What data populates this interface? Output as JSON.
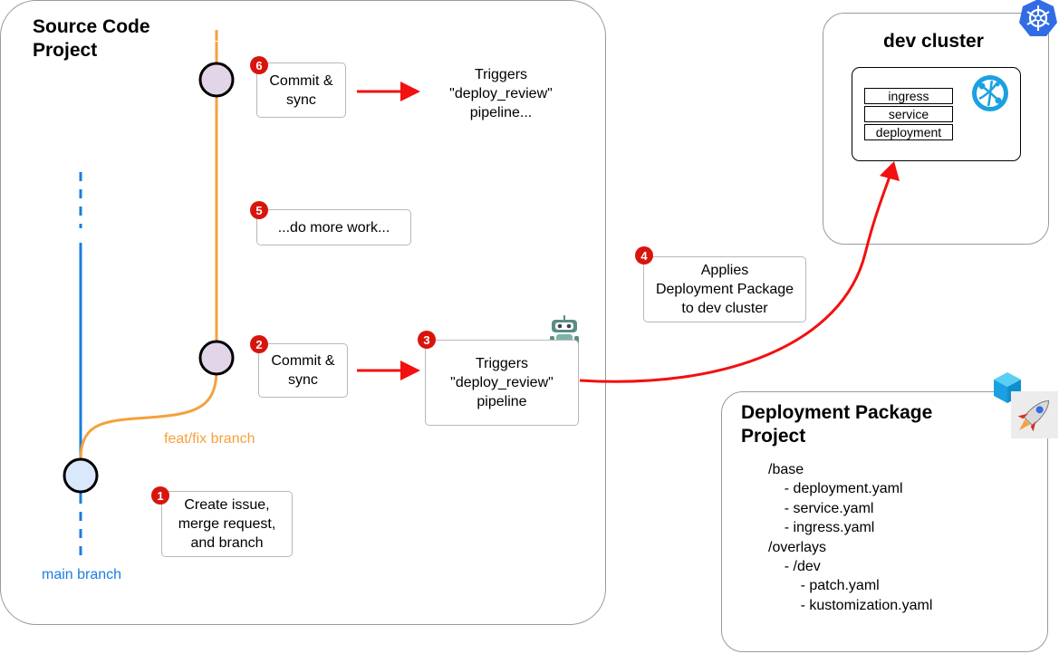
{
  "source_project": {
    "title": "Source Code\nProject",
    "main_branch_label": "main branch",
    "feat_branch_label": "feat/fix branch"
  },
  "steps": {
    "s1": {
      "badge": "1",
      "text": "Create issue,\nmerge request,\nand branch"
    },
    "s2": {
      "badge": "2",
      "text": "Commit &\nsync"
    },
    "s3": {
      "badge": "3",
      "text": "Triggers\n\"deploy_review\"\npipeline"
    },
    "s4": {
      "badge": "4",
      "text": "Applies\nDeployment Package\nto dev cluster"
    },
    "s5": {
      "badge": "5",
      "text": "...do more work..."
    },
    "s6": {
      "badge": "6",
      "text": "Commit &\nsync"
    },
    "s6_result": "Triggers\n\"deploy_review\"\npipeline..."
  },
  "dev_cluster": {
    "title": "dev cluster",
    "resources": [
      "ingress",
      "service",
      "deployment"
    ]
  },
  "deployment_package": {
    "title": "Deployment Package\nProject",
    "tree": "/base\n    - deployment.yaml\n    - service.yaml\n    - ingress.yaml\n/overlays\n    - /dev\n        - patch.yaml\n        - kustomization.yaml"
  },
  "icons": [
    "kubernetes-icon",
    "web-app-icon",
    "robot-icon",
    "package-cube-icon",
    "rocket-icon"
  ],
  "colors": {
    "main_branch": "#1b7ee0",
    "feat_branch": "#f5a13c",
    "arrow": "#f21010",
    "badge": "#d8150d",
    "commit_node": "#e1d5e7",
    "main_node": "#dae8fc",
    "kubernetes": "#326ce5",
    "web_app": "#1ba1e2"
  }
}
